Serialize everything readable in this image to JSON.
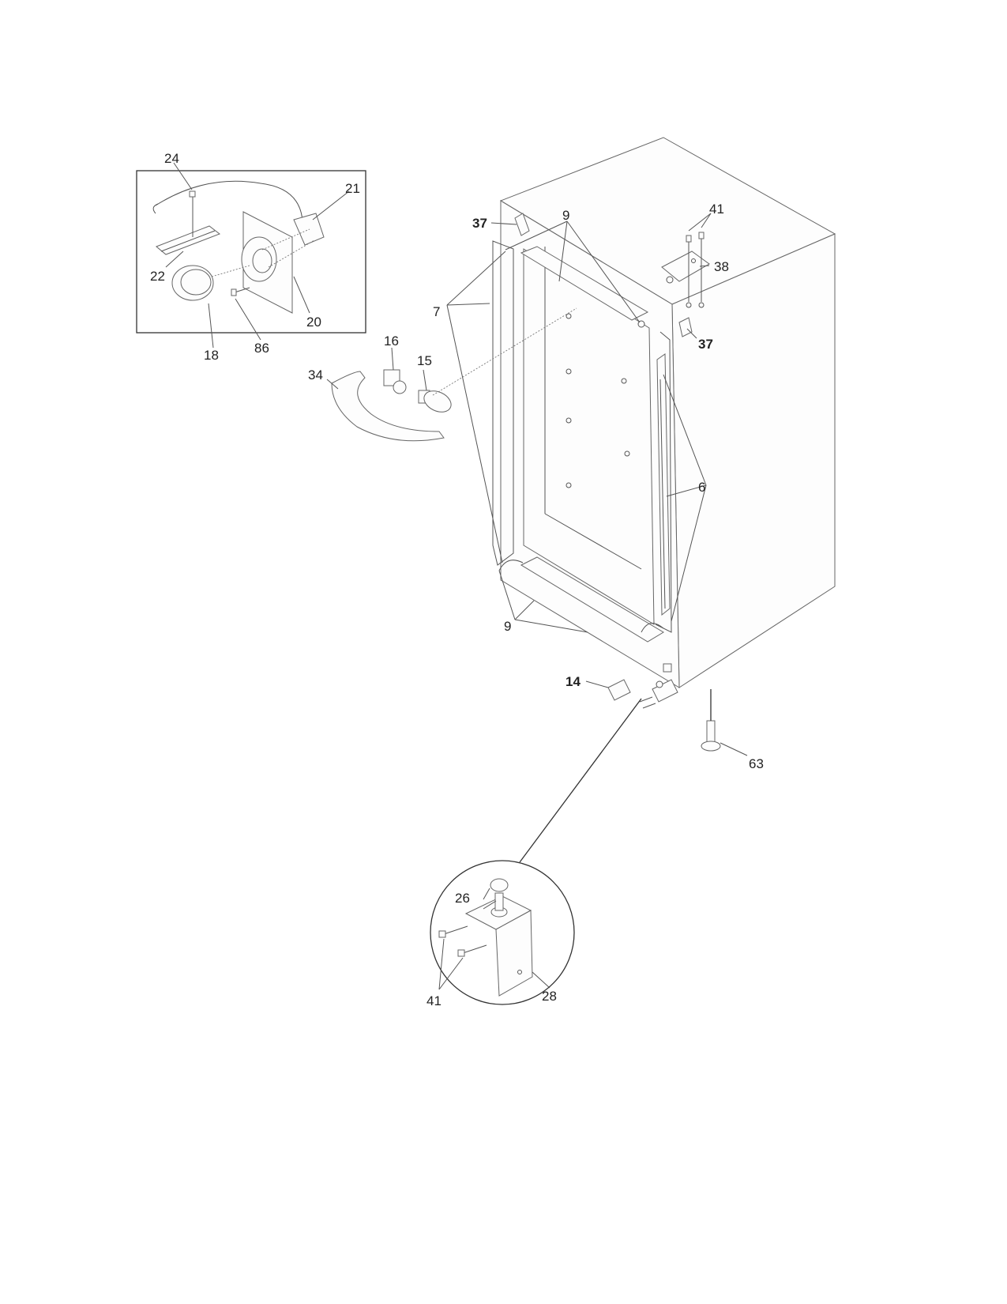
{
  "callouts": [
    {
      "id": "c24",
      "text": "24",
      "bold": false
    },
    {
      "id": "c21",
      "text": "21",
      "bold": false
    },
    {
      "id": "c22",
      "text": "22",
      "bold": false
    },
    {
      "id": "c20",
      "text": "20",
      "bold": false
    },
    {
      "id": "c86",
      "text": "86",
      "bold": false
    },
    {
      "id": "c18",
      "text": "18",
      "bold": false
    },
    {
      "id": "c16",
      "text": "16",
      "bold": false
    },
    {
      "id": "c15",
      "text": "15",
      "bold": false
    },
    {
      "id": "c34",
      "text": "34",
      "bold": false
    },
    {
      "id": "c37a",
      "text": "37",
      "bold": true
    },
    {
      "id": "c9a",
      "text": "9",
      "bold": false
    },
    {
      "id": "c41a",
      "text": "41",
      "bold": false
    },
    {
      "id": "c38",
      "text": "38",
      "bold": false
    },
    {
      "id": "c37b",
      "text": "37",
      "bold": true
    },
    {
      "id": "c7",
      "text": "7",
      "bold": false
    },
    {
      "id": "c6",
      "text": "6",
      "bold": false
    },
    {
      "id": "c9b",
      "text": "9",
      "bold": false
    },
    {
      "id": "c14",
      "text": "14",
      "bold": true
    },
    {
      "id": "c63",
      "text": "63",
      "bold": false
    },
    {
      "id": "c26",
      "text": "26",
      "bold": false
    },
    {
      "id": "c41b",
      "text": "41",
      "bold": false
    },
    {
      "id": "c28",
      "text": "28",
      "bold": false
    }
  ]
}
